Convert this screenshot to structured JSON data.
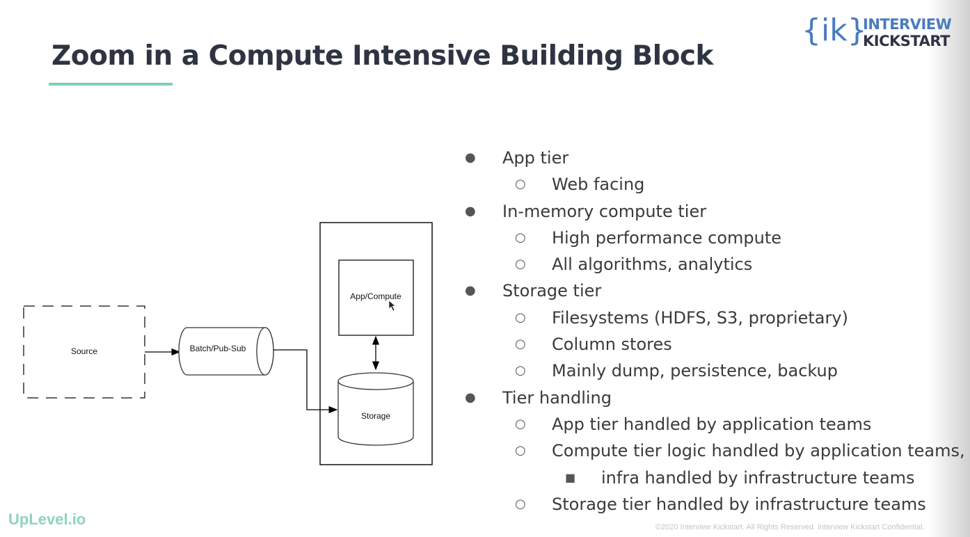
{
  "slide": {
    "title": "Zoom in a Compute Intensive Building Block",
    "brand": "UpLevel.io",
    "copyright": "©2020 Interview Kickstart. All Rights Reserved. Interview Kickstart Confidential."
  },
  "logo": {
    "mark": "{ik}",
    "line1": "INTERVIEW",
    "line2": "KICKSTART"
  },
  "diagram": {
    "source": "Source",
    "queue": "Batch/Pub-Sub",
    "app_compute": "App/Compute",
    "storage": "Storage"
  },
  "bullets": [
    {
      "marker": "●",
      "text": "App tier"
    },
    {
      "marker": "○",
      "text": "Web facing"
    },
    {
      "marker": "●",
      "text": "In-memory compute tier"
    },
    {
      "marker": "○",
      "text": "High performance compute"
    },
    {
      "marker": "○",
      "text": "All algorithms, analytics"
    },
    {
      "marker": "●",
      "text": "Storage tier"
    },
    {
      "marker": "○",
      "text": "Filesystems (HDFS, S3, proprietary)"
    },
    {
      "marker": "○",
      "text": "Column stores"
    },
    {
      "marker": "○",
      "text": "Mainly dump, persistence, backup"
    },
    {
      "marker": "●",
      "text": "Tier handling"
    },
    {
      "marker": "○",
      "text": "App tier handled by application teams"
    },
    {
      "marker": "○",
      "text": "Compute tier logic handled by application teams,"
    },
    {
      "marker": "■",
      "text": "infra handled by infrastructure teams"
    },
    {
      "marker": "○",
      "text": "Storage tier handled by infrastructure teams"
    }
  ]
}
